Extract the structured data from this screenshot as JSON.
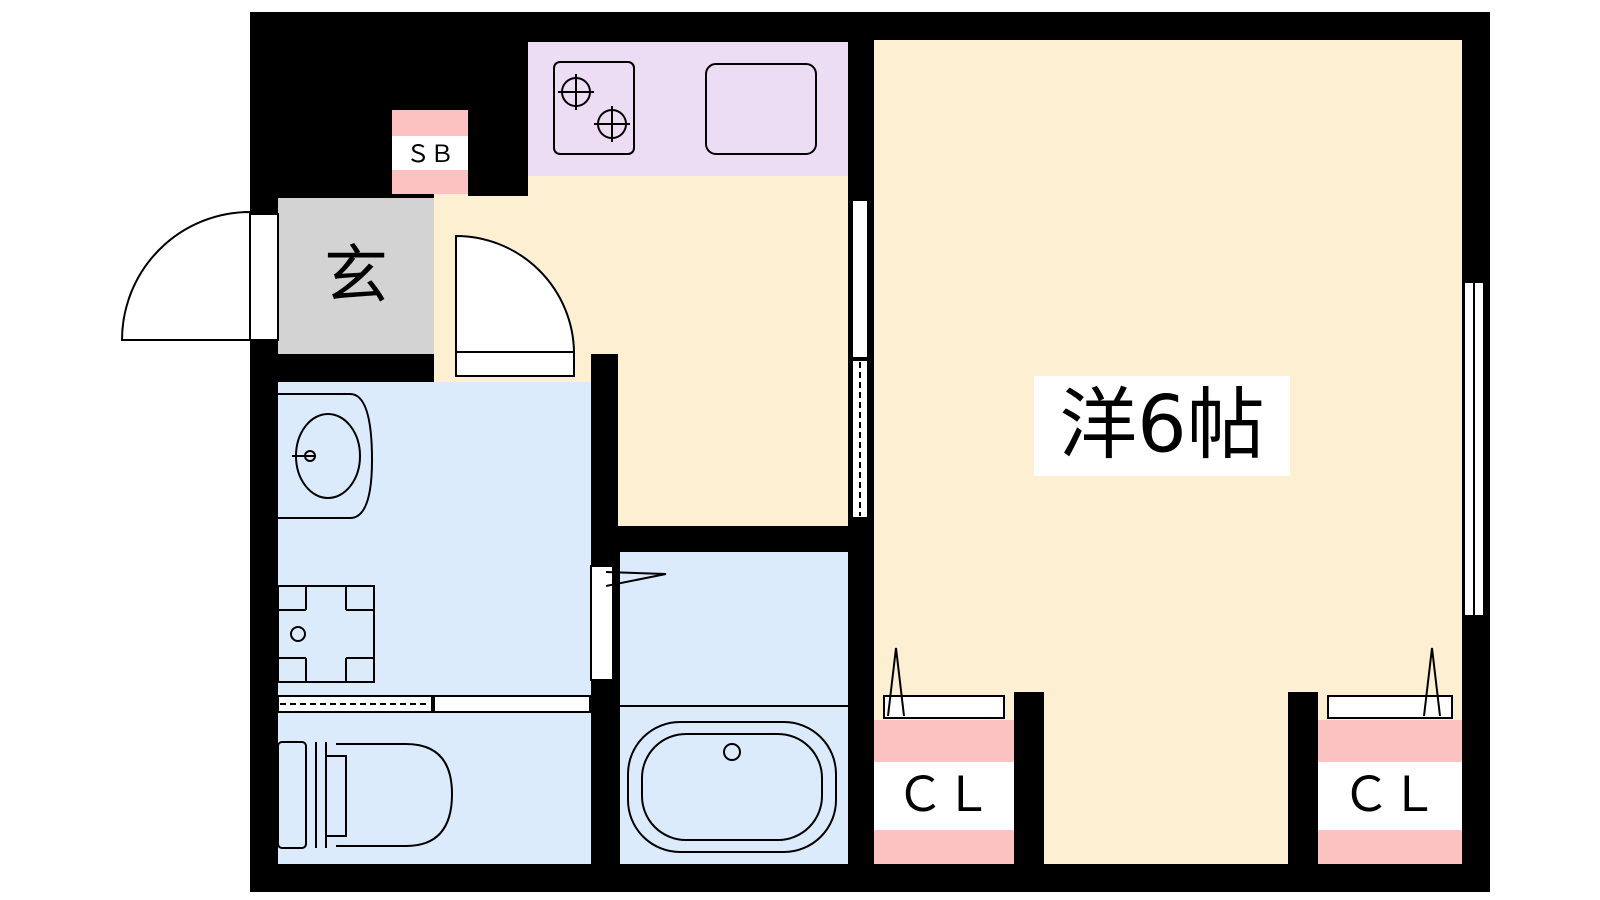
{
  "floorplan": {
    "labels": {
      "entrance": "玄",
      "shoe_box": "ＳＢ",
      "western_room": "洋6帖",
      "closet_left": "ＣＬ",
      "closet_right": "ＣＬ"
    },
    "colors": {
      "wall": "#000000",
      "western_room": "#FDF0D2",
      "kitchen_floor": "#FDF0D2",
      "kitchen_counter": "#ECDDF4",
      "wet_area": "#DCEBFC",
      "entrance": "#D3D3D3",
      "shoe_box": "#FCC2C2",
      "closet": "#FCC2C2"
    }
  }
}
